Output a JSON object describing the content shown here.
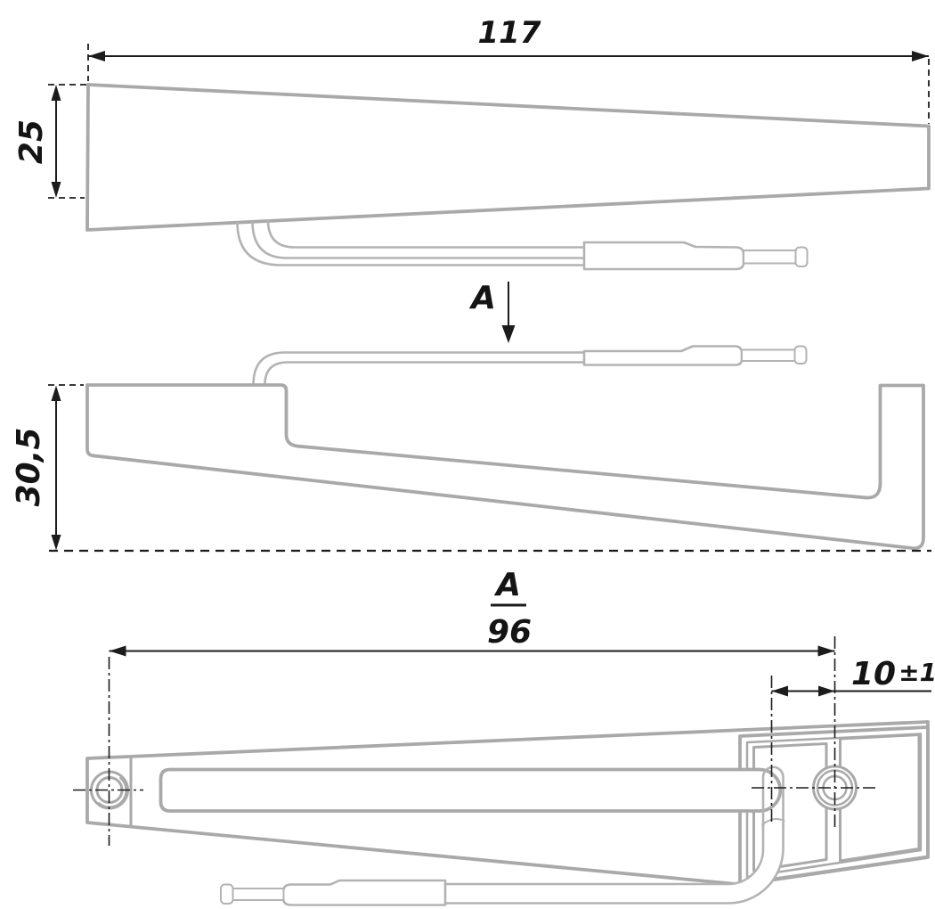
{
  "drawing": {
    "section_label": "A",
    "view_label": "A",
    "dimensions": {
      "overall_length": "117",
      "left_height": "25",
      "side_height": "30,5",
      "hole_spacing": "96",
      "edge_offset": "10",
      "edge_offset_tolerance": "±1"
    },
    "colors": {
      "part_outline": "#a9a9a9",
      "cable_outline": "#b3b3b3",
      "dimension": "#1c1c1c",
      "background": "#ffffff"
    }
  }
}
